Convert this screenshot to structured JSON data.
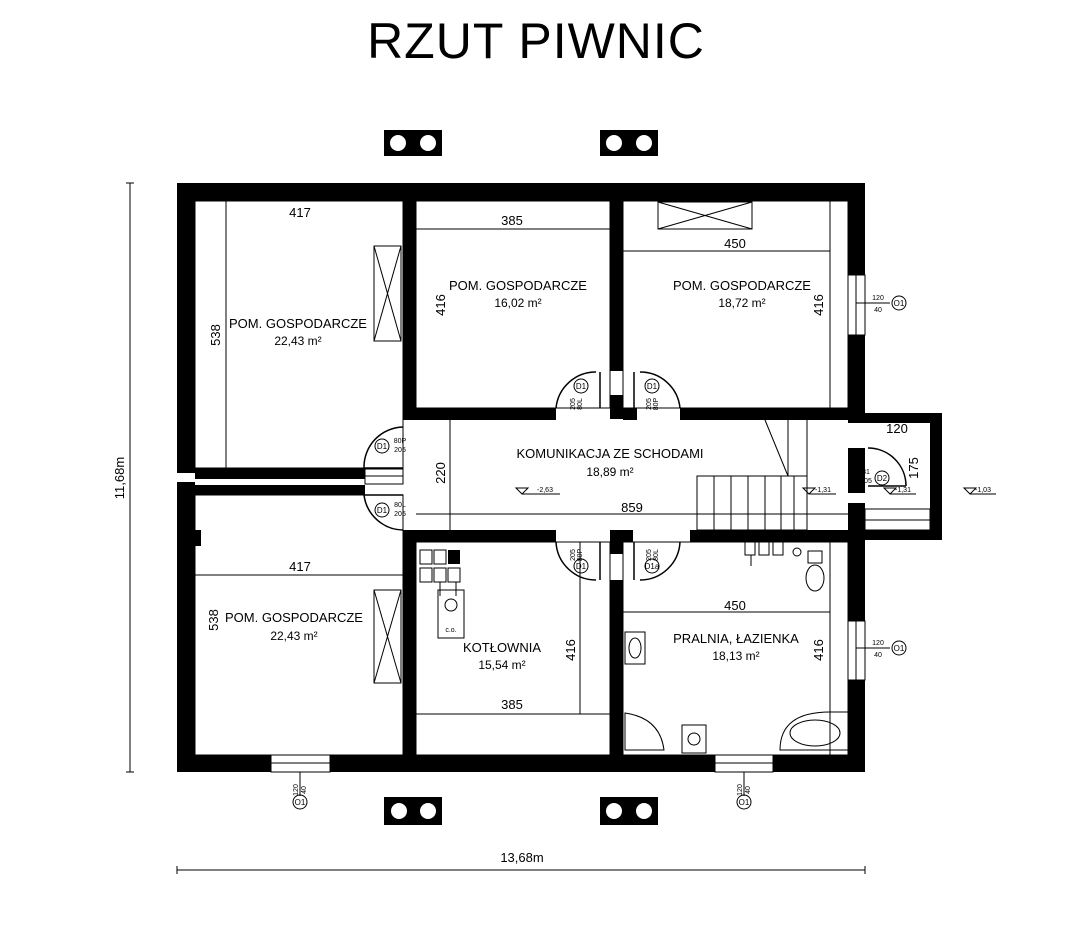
{
  "title": "RZUT PIWNIC",
  "overall": {
    "width": "13,68m",
    "height": "11,68m"
  },
  "rooms": [
    {
      "name": "POM. GOSPODARCZE",
      "area": "22,43 m²"
    },
    {
      "name": "POM. GOSPODARCZE",
      "area": "16,02 m²"
    },
    {
      "name": "POM. GOSPODARCZE",
      "area": "18,72 m²"
    },
    {
      "name": "KOMUNIKACJA ZE SCHODAMI",
      "area": "18,89 m²"
    },
    {
      "name": "POM. GOSPODARCZE",
      "area": "22,43 m²"
    },
    {
      "name": "KOTŁOWNIA",
      "area": "15,54 m²"
    },
    {
      "name": "PRALNIA, ŁAZIENKA",
      "area": "18,13 m²"
    }
  ],
  "dims": {
    "r1w": "417",
    "r1h": "538",
    "r2w": "385",
    "r2h": "416",
    "r3w": "450",
    "r3h": "416",
    "corw": "859",
    "corh": "220",
    "r5w": "417",
    "r5h": "538",
    "r6w": "385",
    "r6h": "416",
    "r7w": "450",
    "r7h": "416",
    "vestw": "120",
    "vesth": "175"
  },
  "levels": {
    "corridor": "-2,63",
    "stair_top": "-1,31",
    "vestibule": "-1,31",
    "outside": "-1,03"
  },
  "doors": {
    "d1": "D1",
    "d2": "D2",
    "d1a": "D1a",
    "d80p": "80P",
    "d80l": "80L",
    "h205": "205",
    "d81": "81",
    "d205": "205"
  },
  "windows": {
    "code": "O1",
    "w": "120",
    "h": "40"
  },
  "boiler_label": "c.o."
}
